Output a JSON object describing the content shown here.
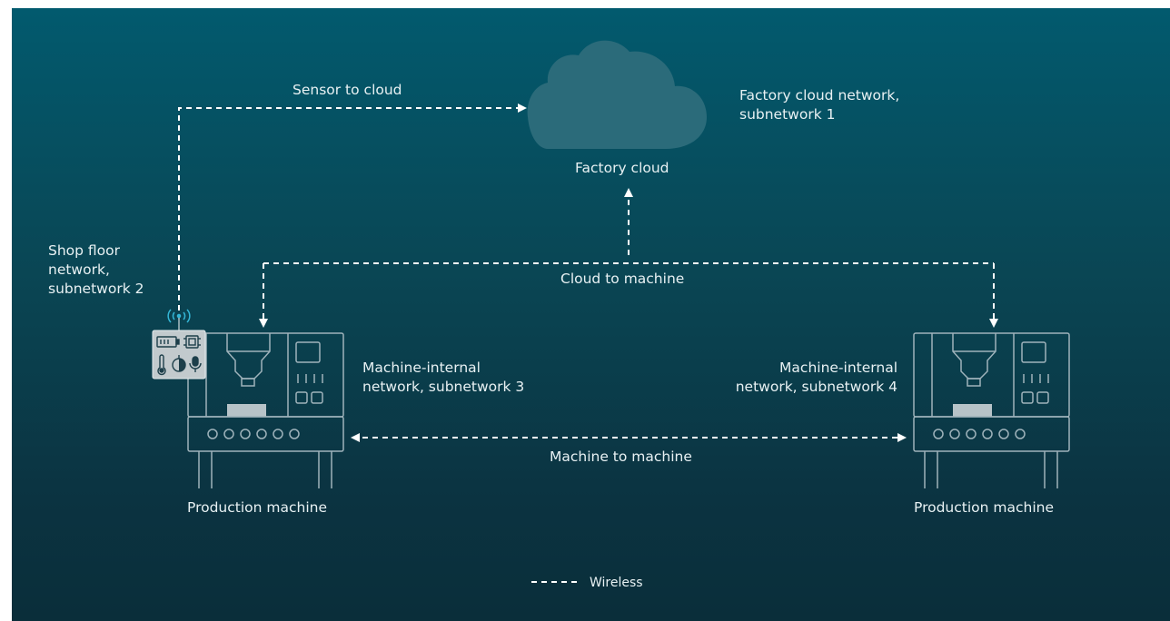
{
  "labels": {
    "sensor_to_cloud": "Sensor to cloud",
    "factory_cloud": "Factory cloud",
    "factory_cloud_network": [
      "Factory cloud network,",
      "subnetwork 1"
    ],
    "shop_floor_network": [
      "Shop floor",
      "network,",
      "subnetwork 2"
    ],
    "cloud_to_machine": "Cloud to machine",
    "machine_internal_left": [
      "Machine-internal",
      "network, subnetwork 3"
    ],
    "machine_internal_right": [
      "Machine-internal",
      "network, subnetwork 4"
    ],
    "machine_to_machine": "Machine to machine",
    "production_machine_left": "Production machine",
    "production_machine_right": "Production machine"
  },
  "legend": {
    "wireless": "Wireless"
  },
  "colors": {
    "line": "#ffffff",
    "cloud": "#2b6b7a",
    "machine_stroke": "#9fb3bb",
    "machine_dark": "#12303b",
    "machine_accent": "#b7c3c8",
    "sensor_box": "#c2cacd",
    "wireless_icon": "#34b6d6"
  },
  "icons": [
    "cloud-icon",
    "production-machine-icon",
    "sensor-box-icon",
    "wireless-signal-icon",
    "battery-icon",
    "chip-icon",
    "thermometer-icon",
    "gauge-icon",
    "microphone-icon"
  ]
}
